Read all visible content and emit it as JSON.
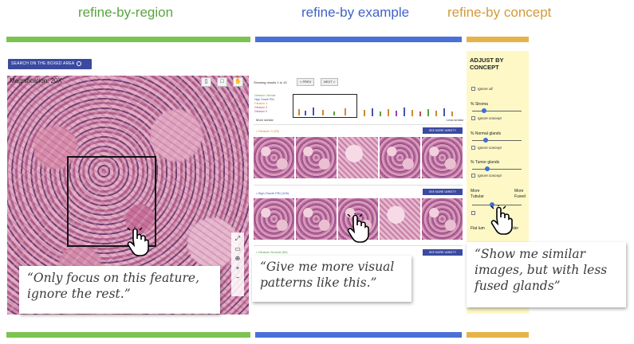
{
  "headings": {
    "region": "refine-by-region",
    "example": "refine-by example",
    "concept": "refine-by concept"
  },
  "colors": {
    "region": "#7cc352",
    "example": "#4a70d8",
    "concept": "#e6b34a",
    "region_text": "#5aa442",
    "example_text": "#3f62c9",
    "concept_text": "#d39a3a",
    "button_blue": "#3b4aa0"
  },
  "region": {
    "search_button": "SEARCH ON THE BOXED AREA",
    "magnification": "Magnification: 20X",
    "quote_line1": "“Only focus on this feature,",
    "quote_line2": "ignore the rest.”"
  },
  "example": {
    "showing": "Showing results 1 to 15",
    "prev": "< PREV",
    "next": "NEXT >",
    "legend": [
      "Gleason: Normal",
      "High Grade PIN",
      "Gleason 3",
      "Gleason 4",
      "Gleason 5"
    ],
    "less_similar": "Less similar",
    "more_similar": "More similar",
    "group1": "• Gleason 3 (33)",
    "group2": "• High Grade PIN (106)",
    "group3": "• Gleason Normal (50)",
    "more_variety": "SEE MORE VARIETY",
    "quote_line1": "“Give me more visual",
    "quote_line2": "patterns like this.”"
  },
  "concept": {
    "title_line1": "ADJUST BY",
    "title_line2": "CONCEPT",
    "ignore_all": "Ignore all",
    "slider_labels": [
      "% Stroma",
      "% Normal glands",
      "% Tumor glands"
    ],
    "ignore_concept": "Ignore concept",
    "more_tubular": "More",
    "tubular": "Tubular",
    "more_fused": "More",
    "fused": "Fused",
    "flat_lumen": "Flat lum",
    "flat_lumen_tail": "der",
    "quote_line1": "“Show me similar",
    "quote_line2": "images, but with less",
    "quote_line3": "fused glands”"
  }
}
